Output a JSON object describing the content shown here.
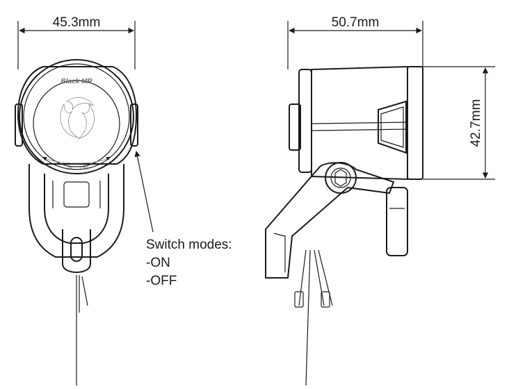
{
  "front_view": {
    "width_dimension": "45.3mm",
    "logo_text": "Black MR",
    "switch_label_on": "ON",
    "switch_label_off": "OFF"
  },
  "side_view": {
    "depth_dimension": "50.7mm",
    "height_dimension": "42.7mm"
  },
  "callout": {
    "title": "Switch modes:",
    "modes": [
      "-ON",
      "-OFF"
    ]
  }
}
